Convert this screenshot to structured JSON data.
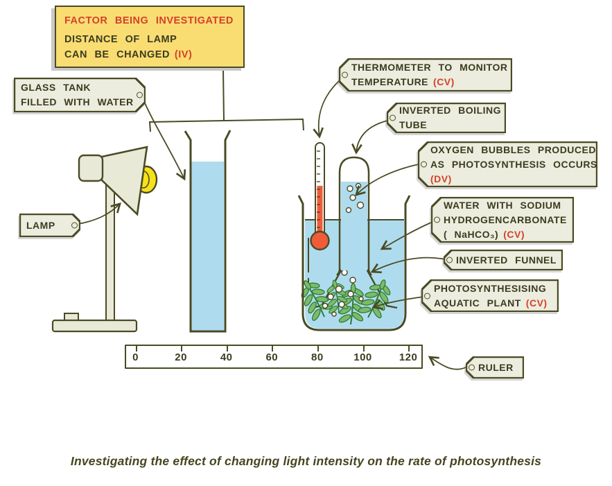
{
  "colors": {
    "ink": "#4a4a24",
    "text": "#3b3b20",
    "red": "#d6402a",
    "water": "#aedcee",
    "tag-fill": "#ecedde",
    "factor-fill": "#f9dd72",
    "bulb-yellow": "#f6e11a",
    "plant-green": "#7cbb6c",
    "plant-stroke": "#2f7a33",
    "thermo-red": "#f05c38",
    "shade-fill": "#e9e9d8",
    "paper": "#ffffff"
  },
  "factor_box": {
    "title": "FACTOR BEING INVESTIGATED",
    "lines": [
      {
        "t": "DISTANCE OF LAMP",
        "red": ""
      },
      {
        "t": "CAN BE CHANGED",
        "red": "(IV)"
      }
    ]
  },
  "labels": {
    "glass_tank": {
      "lines": [
        {
          "t": "GLASS TANK",
          "red": ""
        },
        {
          "t": "FILLED WITH WATER",
          "red": ""
        }
      ]
    },
    "lamp": {
      "lines": [
        {
          "t": "LAMP",
          "red": ""
        }
      ]
    },
    "thermometer": {
      "lines": [
        {
          "t": "THERMOMETER TO MONITOR",
          "red": ""
        },
        {
          "t": "TEMPERATURE",
          "red": "(CV)"
        }
      ]
    },
    "boiling_tube": {
      "lines": [
        {
          "t": "INVERTED BOILING",
          "red": ""
        },
        {
          "t": "TUBE",
          "red": ""
        }
      ]
    },
    "oxygen_bubbles": {
      "lines": [
        {
          "t": "OXYGEN BUBBLES PRODUCED",
          "red": ""
        },
        {
          "t": "AS  PHOTOSYNTHESIS OCCURS",
          "red": ""
        },
        {
          "t": "",
          "red": "(DV)"
        }
      ]
    },
    "water_sodium": {
      "lines": [
        {
          "t": "WATER WITH SODIUM",
          "red": ""
        },
        {
          "t": "HYDROGENCARBONATE",
          "red": ""
        },
        {
          "t": "( NaHCO₃)",
          "red": "(CV)"
        }
      ]
    },
    "inverted_funnel": {
      "lines": [
        {
          "t": "INVERTED FUNNEL",
          "red": ""
        }
      ]
    },
    "aquatic_plant": {
      "lines": [
        {
          "t": "PHOTOSYNTHESISING",
          "red": ""
        },
        {
          "t": "AQUATIC PLANT",
          "red": "(CV)"
        }
      ]
    },
    "ruler": {
      "lines": [
        {
          "t": "RULER",
          "red": ""
        }
      ]
    }
  },
  "ruler": {
    "marks": [
      "0",
      "20",
      "40",
      "60",
      "80",
      "100",
      "120"
    ]
  },
  "caption": "Investigating the effect of changing light intensity on the rate of photosynthesis"
}
